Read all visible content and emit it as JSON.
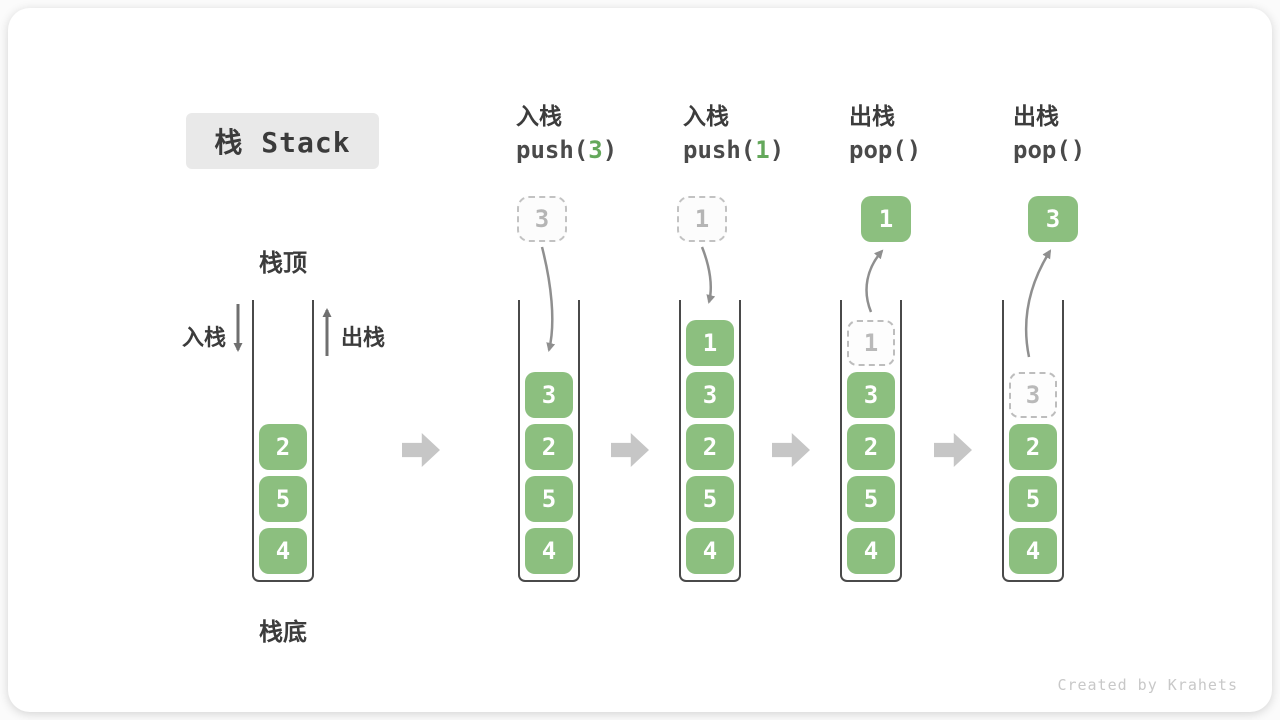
{
  "title": {
    "text": "栈 Stack"
  },
  "labels": {
    "stack_top": "栈顶",
    "stack_bottom": "栈底",
    "push_side": "入栈",
    "pop_side": "出栈"
  },
  "watermark": "Created by Krahets",
  "colors": {
    "element_green": "#8cbf7f",
    "code_arg_green": "#64a85b",
    "ghost_gray": "#bdbdbd",
    "title_bg": "#e9e9e9",
    "text_dark": "#3c3c3c",
    "curve_arrow": "#8f8f8f",
    "step_arrow": "#c6c6c6",
    "watermark_gray": "#c8c8c8"
  },
  "columns": [
    {
      "name": "initial",
      "header": null,
      "floating": null,
      "elements": [
        {
          "value": "2",
          "ghost": false
        },
        {
          "value": "5",
          "ghost": false
        },
        {
          "value": "4",
          "ghost": false
        }
      ]
    },
    {
      "name": "push-3",
      "header": {
        "op": "入栈",
        "code_pre": "push(",
        "arg": "3",
        "code_post": ")"
      },
      "floating": {
        "value": "3",
        "ghost": true
      },
      "elements": [
        {
          "value": "3",
          "ghost": false
        },
        {
          "value": "2",
          "ghost": false
        },
        {
          "value": "5",
          "ghost": false
        },
        {
          "value": "4",
          "ghost": false
        }
      ]
    },
    {
      "name": "push-1",
      "header": {
        "op": "入栈",
        "code_pre": "push(",
        "arg": "1",
        "code_post": ")"
      },
      "floating": {
        "value": "1",
        "ghost": true
      },
      "elements": [
        {
          "value": "1",
          "ghost": false
        },
        {
          "value": "3",
          "ghost": false
        },
        {
          "value": "2",
          "ghost": false
        },
        {
          "value": "5",
          "ghost": false
        },
        {
          "value": "4",
          "ghost": false
        }
      ]
    },
    {
      "name": "pop-1",
      "header": {
        "op": "出栈",
        "code_pre": "pop(",
        "arg": "",
        "code_post": ")"
      },
      "floating": {
        "value": "1",
        "ghost": false
      },
      "elements": [
        {
          "value": "1",
          "ghost": true
        },
        {
          "value": "3",
          "ghost": false
        },
        {
          "value": "2",
          "ghost": false
        },
        {
          "value": "5",
          "ghost": false
        },
        {
          "value": "4",
          "ghost": false
        }
      ]
    },
    {
      "name": "pop-3",
      "header": {
        "op": "出栈",
        "code_pre": "pop(",
        "arg": "",
        "code_post": ")"
      },
      "floating": {
        "value": "3",
        "ghost": false
      },
      "elements": [
        {
          "value": "3",
          "ghost": true
        },
        {
          "value": "2",
          "ghost": false
        },
        {
          "value": "5",
          "ghost": false
        },
        {
          "value": "4",
          "ghost": false
        }
      ]
    }
  ]
}
